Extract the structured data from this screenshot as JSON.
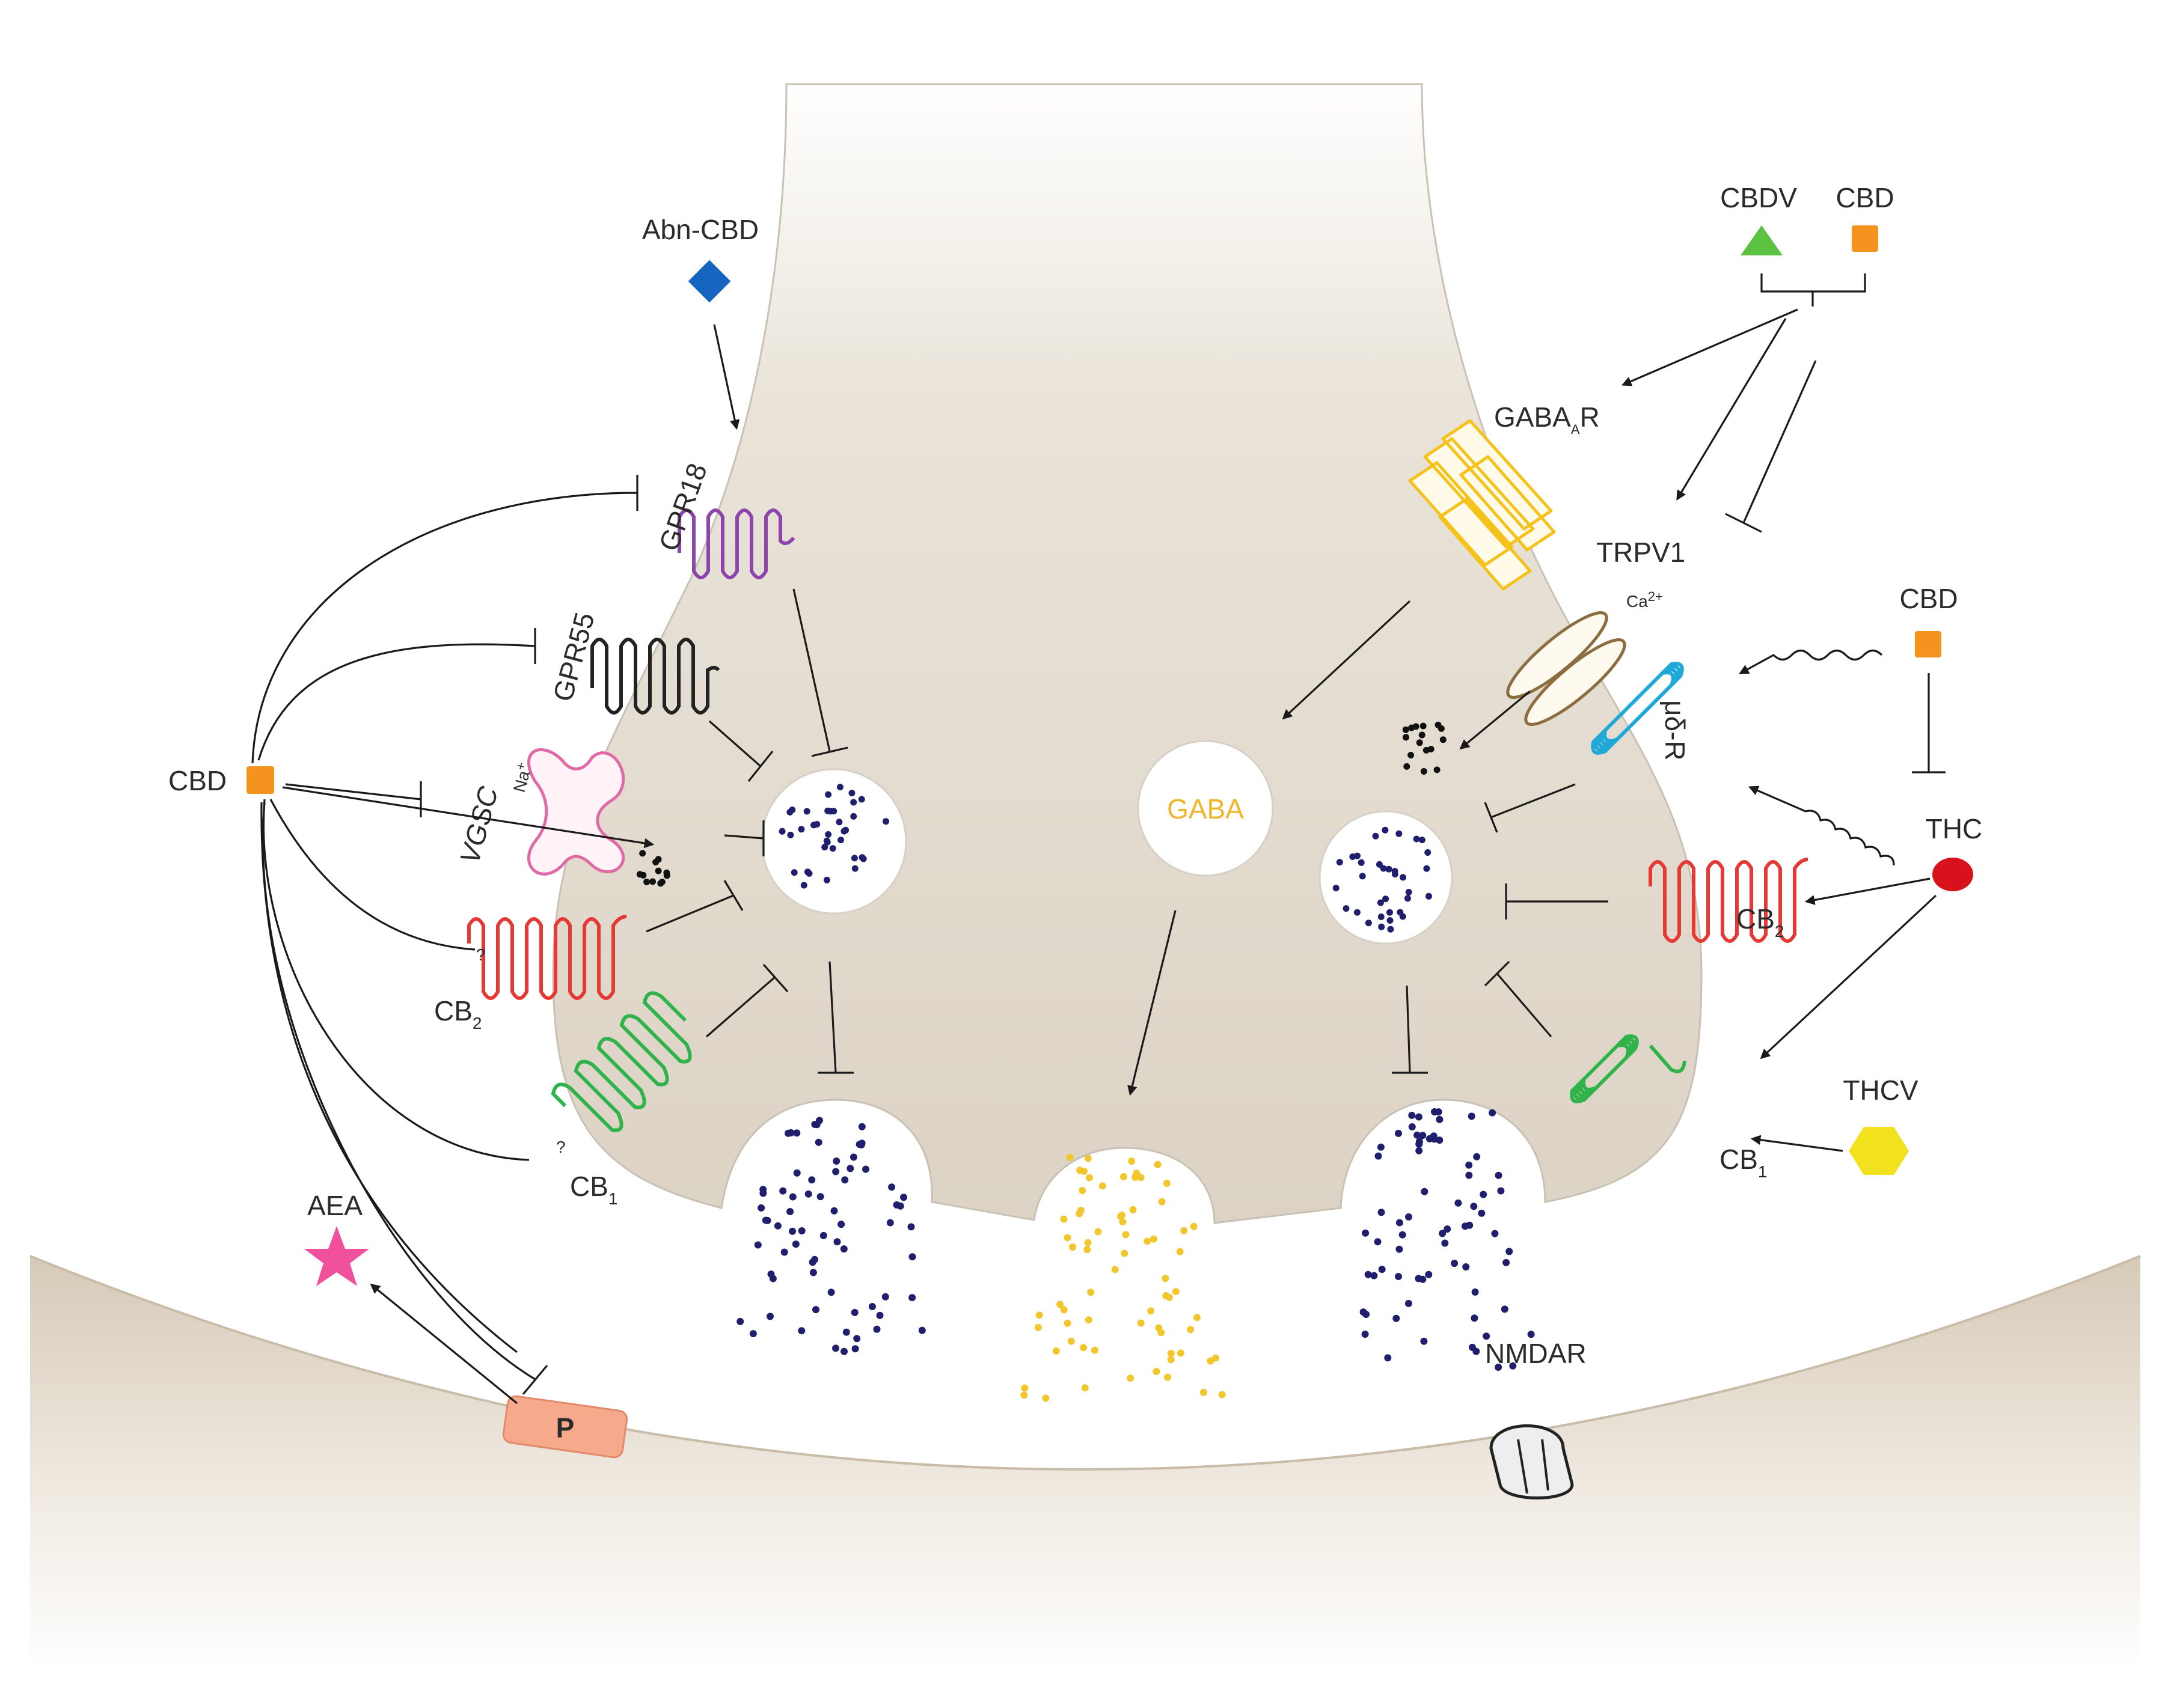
{
  "labels": {
    "abn_cbd": "Abn-CBD",
    "cbdv": "CBDV",
    "cbd_top": "CBD",
    "gaba_a_main": "GABA",
    "gaba_a_sub": "A",
    "gaba_a_tail": "R",
    "trpv1": "TRPV1",
    "ca": "Ca",
    "ca_sup": "2+",
    "cbd_right": "CBD",
    "mu_delta_r": "μδ-R",
    "thc": "THC",
    "cb2_right_main": "CB",
    "cb2_right_sub": "2",
    "thcv": "THCV",
    "cb1_right_main": "CB",
    "cb1_right_sub": "1",
    "nmdar": "NMDAR",
    "gaba": "GABA",
    "gpr18": "GPR18",
    "gpr55": "GPR55",
    "cbd_left": "CBD",
    "vgsc": "VGSC",
    "na": "Na",
    "na_sup": "+",
    "cb2_left_main": "CB",
    "cb2_left_sub": "2",
    "cb1_left_main": "CB",
    "cb1_left_sub": "1",
    "q_cb2": "?",
    "q_cb1": "?",
    "aea": "AEA",
    "p": "P"
  },
  "colors": {
    "neuron_fill": "#dcd3c5",
    "postsynaptic_fill": "#d6cab8",
    "vesicle_dot": "#1f1f6e",
    "gaba_dot": "#f2c72e",
    "gaba_text": "#f0b52a",
    "gpr18": "#8e44ad",
    "gpr55": "#222222",
    "vgsc": "#e06aa6",
    "cb2": "#e53935",
    "cb1": "#2fb34a",
    "gaba_a_receptor": "#f5c21b",
    "trpv1": "#8b6d3f",
    "mu_delta": "#1fa8d8",
    "abn_cbd_symbol": "#1565c0",
    "cbd_symbol": "#f5931f",
    "cbdv_symbol": "#5cc241",
    "thc_symbol": "#d8121c",
    "thcv_symbol": "#f1e21d",
    "aea_symbol": "#f0509c",
    "p_box": "#f7a98b"
  },
  "icons": {
    "abn_cbd": "diamond",
    "cbd": "square",
    "cbdv": "triangle",
    "thc": "ellipse",
    "thcv": "hexagon",
    "aea": "star",
    "nmdar": "channel-cylinder",
    "gaba_a_receptor": "pentameric-channel",
    "trpv1": "ion-channel",
    "vgsc": "voltage-gated-channel",
    "gpcr": "seven-transmembrane-receptor"
  }
}
